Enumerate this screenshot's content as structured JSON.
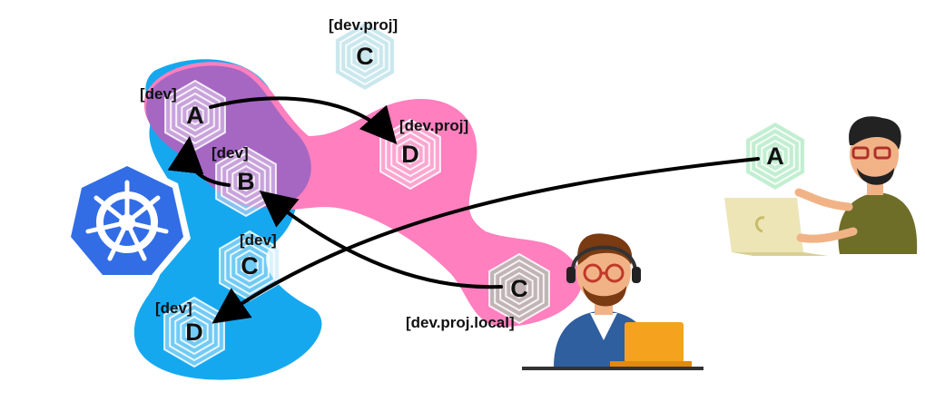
{
  "colors": {
    "blue_blob": "#16a8ef",
    "pink_blob": "#ff7fbf",
    "purple_overlap": "#a567c2",
    "k8s_blue": "#326de6",
    "arrow": "#000000",
    "hex_green": "#8fe0ad",
    "hex_teal": "#9fd3de",
    "laptop_beige": "#ede5b5",
    "laptop_orange": "#f5a21e"
  },
  "icons": {
    "logo": "kubernetes-helm-wheel-icon",
    "service": "hexagon-service-icon",
    "developer_local": "developer-with-headset-icon",
    "developer_remote": "developer-with-laptop-icon"
  },
  "services": [
    {
      "id": "c-top",
      "letter": "C",
      "tag": "[dev.proj]"
    },
    {
      "id": "a-dev",
      "letter": "A",
      "tag": "[dev]"
    },
    {
      "id": "b-dev",
      "letter": "B",
      "tag": "[dev]"
    },
    {
      "id": "d-proj",
      "letter": "D",
      "tag": "[dev.proj]"
    },
    {
      "id": "c-dev",
      "letter": "C",
      "tag": "[dev]"
    },
    {
      "id": "d-dev",
      "letter": "D",
      "tag": "[dev]"
    },
    {
      "id": "c-local",
      "letter": "C",
      "tag": "[dev.proj.local]"
    },
    {
      "id": "a-remote",
      "letter": "A",
      "tag": ""
    }
  ]
}
